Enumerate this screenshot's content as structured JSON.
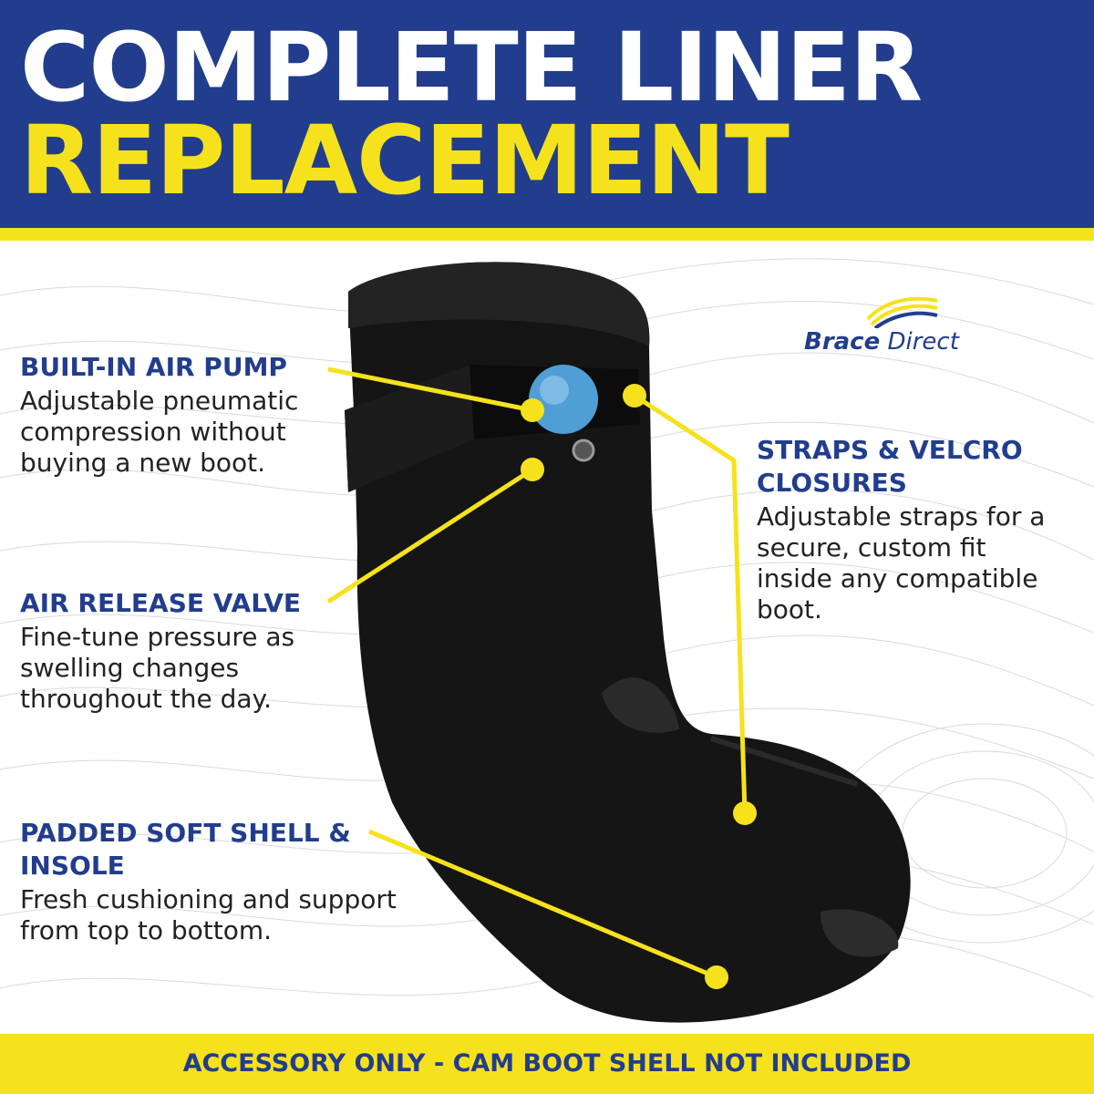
{
  "header": {
    "line1": "COMPLETE LINER",
    "line2": "REPLACEMENT"
  },
  "brand": {
    "part1": "Brace",
    "part2": "Direct"
  },
  "features": {
    "pump": {
      "title": "BUILT-IN AIR PUMP",
      "body": "Adjustable pneumatic compression without buying a new boot."
    },
    "valve": {
      "title": "AIR RELEASE VALVE",
      "body": "Fine-tune pressure as swelling changes throughout the day."
    },
    "shell": {
      "title": "PADDED SOFT SHELL & INSOLE",
      "body": "Fresh cushioning and support from top to bottom."
    },
    "straps": {
      "title": "STRAPS & VELCRO CLOSURES",
      "body": "Adjustable straps for a secure, custom fit inside any compatible boot."
    }
  },
  "footer": {
    "text": "ACCESSORY ONLY - CAM BOOT SHELL NOT INCLUDED"
  },
  "colors": {
    "brand_blue": "#223d8d",
    "accent_yellow": "#f6e21c",
    "boot_black": "#151515",
    "pump_blue": "#4f9fd6"
  }
}
